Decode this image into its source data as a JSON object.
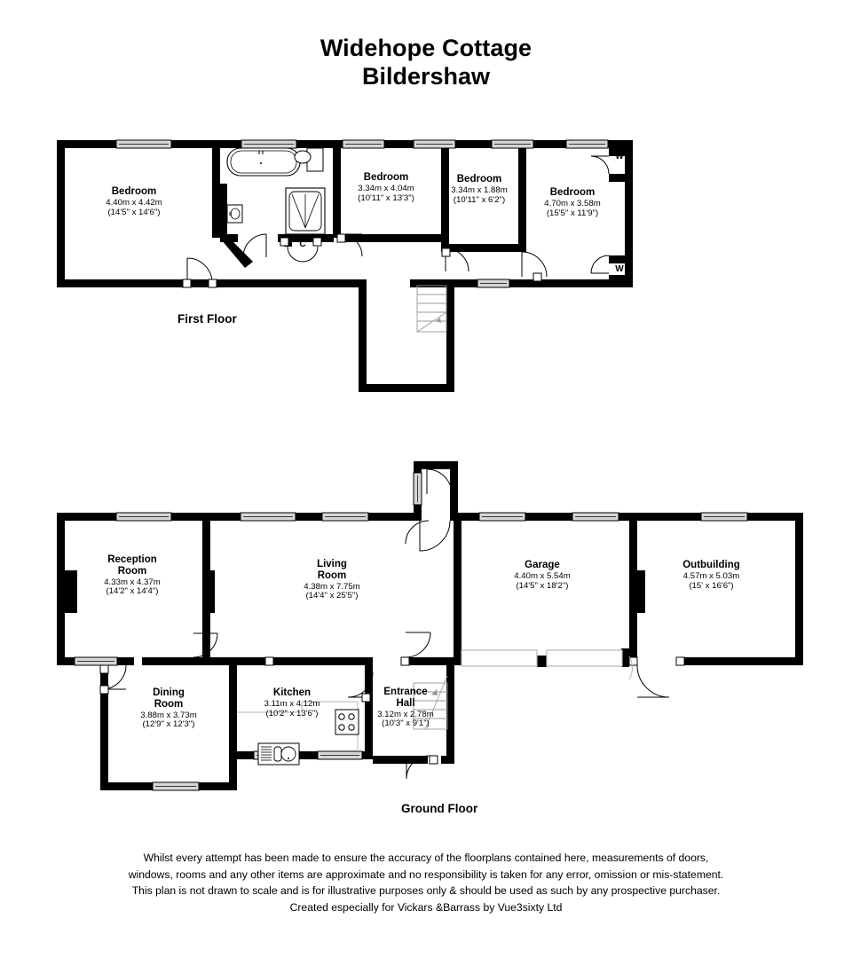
{
  "document": {
    "title_line_1": "Widehope Cottage",
    "title_line_2": "Bildershaw"
  },
  "floors": [
    {
      "id": "first-floor",
      "label": "First Floor",
      "rooms": [
        {
          "name": "Bedroom",
          "dim_metric": "4.40m x 4.42m",
          "dim_imperial": "(14'5\" x 14'6\")"
        },
        {
          "name": "Bedroom",
          "dim_metric": "3.34m x 4.04m",
          "dim_imperial": "(10'11\" x 13'3\")"
        },
        {
          "name": "Bedroom",
          "dim_metric": "3.34m x 1.88m",
          "dim_imperial": "(10'11\" x 6'2\")"
        },
        {
          "name": "Bedroom",
          "dim_metric": "4.70m x 3.58m",
          "dim_imperial": "(15'5\" x 11'9\")"
        }
      ],
      "markers": [
        {
          "label": "C",
          "meaning": "cupboard"
        },
        {
          "label": "W",
          "meaning": "wardrobe"
        },
        {
          "label": "W",
          "meaning": "wardrobe"
        }
      ]
    },
    {
      "id": "ground-floor",
      "label": "Ground Floor",
      "rooms": [
        {
          "name": "Reception\nRoom",
          "name_line_1": "Reception",
          "name_line_2": "Room",
          "dim_metric": "4.33m x 4.37m",
          "dim_imperial": "(14'2\" x 14'4\")"
        },
        {
          "name": "Living\nRoom",
          "name_line_1": "Living",
          "name_line_2": "Room",
          "dim_metric": "4.38m x 7.75m",
          "dim_imperial": "(14'4\" x 25'5\")"
        },
        {
          "name": "Garage",
          "name_line_1": "Garage",
          "name_line_2": "",
          "dim_metric": "4.40m x 5.54m",
          "dim_imperial": "(14'5\" x 18'2\")"
        },
        {
          "name": "Outbuilding",
          "name_line_1": "Outbuilding",
          "name_line_2": "",
          "dim_metric": "4.57m x 5.03m",
          "dim_imperial": "(15' x 16'6\")"
        },
        {
          "name": "Dining\nRoom",
          "name_line_1": "Dining",
          "name_line_2": "Room",
          "dim_metric": "3.88m x 3.73m",
          "dim_imperial": "(12'9\" x 12'3\")"
        },
        {
          "name": "Kitchen",
          "name_line_1": "Kitchen",
          "name_line_2": "",
          "dim_metric": "3.11m x 4.12m",
          "dim_imperial": "(10'2\" x 13'6\")"
        },
        {
          "name": "Entrance\nHall",
          "name_line_1": "Entrance",
          "name_line_2": "Hall",
          "dim_metric": "3.12m x 2.78m",
          "dim_imperial": "(10'3\" x 9'1\")"
        }
      ]
    }
  ],
  "disclaimer": {
    "line_1": "Whilst every attempt has been made to ensure the accuracy of the floorplans contained here, measurements of doors,",
    "line_2": "windows, rooms and any other items are approximate and no responsibility is taken for any error, omission or mis-statement.",
    "line_3": "This plan is not drawn to scale and is for illustrative purposes only & should be used as such by any prospective purchaser.",
    "line_4": "Created especially for Vickars &Barrass by Vue3sixty Ltd"
  },
  "colors": {
    "wall": "#000000",
    "background": "#ffffff",
    "window_fill": "#d6d6d6",
    "fixture_stroke": "#000000",
    "stair_stroke": "#9a9a9a"
  }
}
